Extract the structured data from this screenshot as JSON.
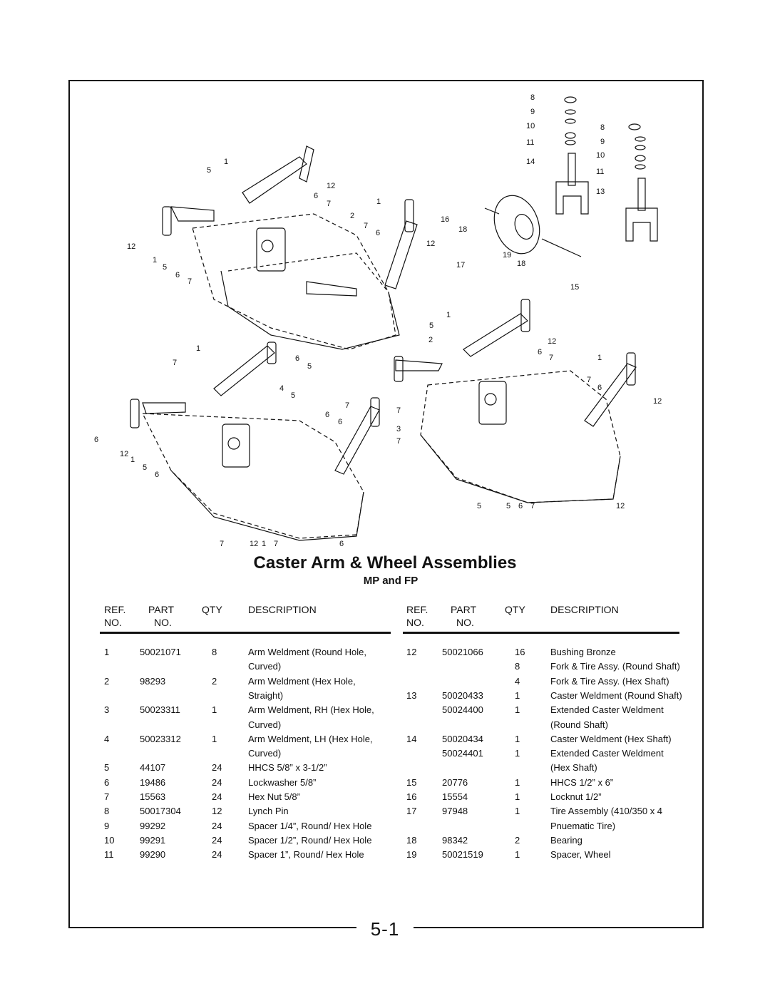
{
  "title": "Caster Arm & Wheel Assemblies",
  "subtitle": "MP and FP",
  "page_number": "5-1",
  "table": {
    "headers": {
      "ref_top": "REF.",
      "ref_bottom": "NO.",
      "part_top": "PART",
      "part_bottom": "NO.",
      "qty": "QTY",
      "description": "DESCRIPTION"
    },
    "left_rows": [
      [
        "1",
        "50021071",
        "8",
        "Arm Weldment (Round Hole,"
      ],
      [
        "",
        "",
        "",
        "Curved)"
      ],
      [
        "2",
        "98293",
        "2",
        "Arm Weldment (Hex Hole,"
      ],
      [
        "",
        "",
        "",
        "Straight)"
      ],
      [
        "3",
        "50023311",
        "1",
        "Arm Weldment, RH (Hex Hole,"
      ],
      [
        "",
        "",
        "",
        "Curved)"
      ],
      [
        "4",
        "50023312",
        "1",
        "Arm Weldment, LH (Hex Hole,"
      ],
      [
        "",
        "",
        "",
        "Curved)"
      ],
      [
        "5",
        "44107",
        "24",
        "HHCS 5/8” x 3-1/2”"
      ],
      [
        "6",
        "19486",
        "24",
        "Lockwasher 5/8”"
      ],
      [
        "7",
        "15563",
        "24",
        "Hex Nut 5/8”"
      ],
      [
        "8",
        "50017304",
        "12",
        "Lynch Pin"
      ],
      [
        "9",
        "99292",
        "24",
        "Spacer 1/4”, Round/ Hex Hole"
      ],
      [
        "10",
        "99291",
        "24",
        "Spacer 1/2”, Round/ Hex Hole"
      ],
      [
        "11",
        "99290",
        "24",
        "Spacer 1”, Round/ Hex Hole"
      ]
    ],
    "right_rows": [
      [
        "12",
        "50021066",
        "16",
        "Bushing Bronze"
      ],
      [
        "",
        "",
        "8",
        "Fork & Tire Assy. (Round Shaft)"
      ],
      [
        "",
        "",
        "4",
        "Fork & Tire Assy. (Hex Shaft)"
      ],
      [
        "13",
        "50020433",
        "1",
        "Caster Weldment (Round Shaft)"
      ],
      [
        "",
        "50024400",
        "1",
        "Extended Caster Weldment"
      ],
      [
        "",
        "",
        "",
        "(Round Shaft)"
      ],
      [
        "14",
        "50020434",
        "1",
        "Caster Weldment (Hex Shaft)"
      ],
      [
        "",
        "50024401",
        "1",
        "Extended Caster Weldment"
      ],
      [
        "",
        "",
        "",
        "(Hex Shaft)"
      ],
      [
        "15",
        "20776",
        "1",
        "HHCS 1/2” x 6”"
      ],
      [
        "16",
        "15554",
        "1",
        "Locknut 1/2”"
      ],
      [
        "17",
        "97948",
        "1",
        "Tire Assembly (410/350 x 4"
      ],
      [
        "",
        "",
        "",
        "Pnuematic Tire)"
      ],
      [
        "18",
        "98342",
        "2",
        "Bearing"
      ],
      [
        "19",
        "50021519",
        "1",
        "Spacer, Wheel"
      ]
    ]
  },
  "diagram": {
    "callouts": [
      "8",
      "9",
      "10",
      "11",
      "14",
      "8",
      "9",
      "10",
      "11",
      "13",
      "16",
      "18",
      "17",
      "19",
      "18",
      "15",
      "1",
      "5",
      "12",
      "6",
      "7",
      "1",
      "2",
      "7",
      "6",
      "12",
      "12",
      "1",
      "5",
      "6",
      "7",
      "1",
      "5",
      "2",
      "12",
      "6",
      "7",
      "1",
      "7",
      "6",
      "12",
      "5",
      "5",
      "6",
      "7",
      "12",
      "1",
      "7",
      "6",
      "5",
      "4",
      "5",
      "7",
      "6",
      "6",
      "7",
      "3",
      "7",
      "6",
      "12",
      "1",
      "5",
      "6",
      "7",
      "12",
      "1",
      "7",
      "6",
      "5"
    ]
  }
}
